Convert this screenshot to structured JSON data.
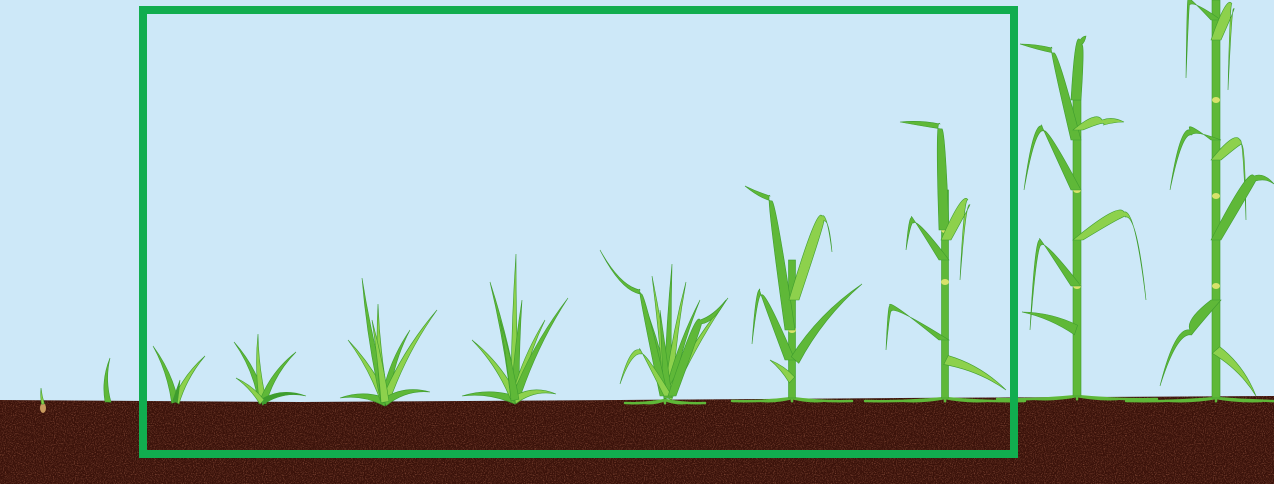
{
  "colors": {
    "sky": "#cde8f8",
    "soil": "#3a120a",
    "soil_speckle": "#6b2414",
    "leaf_dark": "#3f9d2e",
    "leaf": "#5fb838",
    "leaf_light": "#8dd14c",
    "node": "#d9e26a",
    "seed": "#c89a5e",
    "highlight_frame": "#11ad4f"
  },
  "stages": [
    {
      "id": "seed",
      "icon": "germinating-seed-icon"
    },
    {
      "id": "emergence",
      "icon": "single-leaf-seedling-icon"
    },
    {
      "id": "two-leaf",
      "icon": "seedling-icon"
    },
    {
      "id": "three-leaf",
      "icon": "seedling-icon"
    },
    {
      "id": "tillering-early",
      "icon": "tillering-plant-icon"
    },
    {
      "id": "tillering",
      "icon": "tillering-plant-icon"
    },
    {
      "id": "tillering-late",
      "icon": "tillering-plant-icon"
    },
    {
      "id": "first-node",
      "icon": "stem-elongation-icon"
    },
    {
      "id": "second-node",
      "icon": "stem-elongation-icon"
    },
    {
      "id": "stem-extension",
      "icon": "stem-elongation-icon"
    },
    {
      "id": "boot",
      "icon": "tall-plant-icon"
    }
  ],
  "highlighted_range": {
    "from_stage": 2,
    "to_stage": 8
  }
}
